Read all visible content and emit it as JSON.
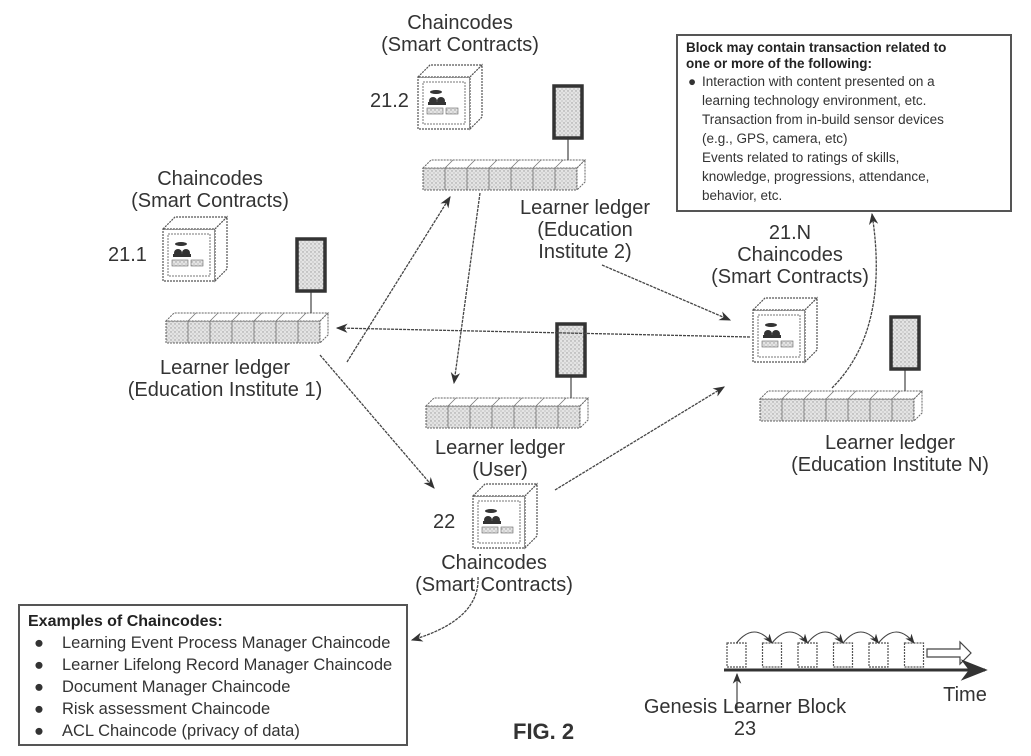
{
  "figure_label": "FIG. 2",
  "chaincodes": [
    {
      "id": "21.1",
      "title": "Chaincodes",
      "subtitle": "(Smart Contracts)"
    },
    {
      "id": "21.2",
      "title": "Chaincodes",
      "subtitle": "(Smart Contracts)"
    },
    {
      "id": "21.N",
      "title": "Chaincodes",
      "subtitle": "(Smart Contracts)"
    },
    {
      "id": "22",
      "title": "Chaincodes",
      "subtitle": "(Smart Contracts)"
    }
  ],
  "ledgers": [
    {
      "title": "Learner ledger",
      "subtitle": "(Education Institute 1)"
    },
    {
      "title": "Learner ledger",
      "subtitle_line1": "(Education",
      "subtitle_line2": "Institute 2)"
    },
    {
      "title": "Learner ledger",
      "subtitle": "(User)"
    },
    {
      "title": "Learner ledger",
      "subtitle": "(Education Institute N)"
    }
  ],
  "block_box": {
    "title_line1": "Block may contain transaction related to",
    "title_line2": "one or more of the following:",
    "bullet": "●",
    "lines": [
      "Interaction with content presented on a",
      "learning technology environment, etc.",
      "Transaction from in-build sensor devices",
      "(e.g., GPS, camera, etc)",
      "Events related to ratings of skills,",
      "knowledge, progressions, attendance,",
      "behavior, etc."
    ]
  },
  "examples_box": {
    "title": "Examples of Chaincodes:",
    "bullet": "●",
    "items": [
      "Learning Event Process Manager Chaincode",
      "Learner Lifelong Record Manager Chaincode",
      "Document Manager Chaincode",
      "Risk assessment Chaincode",
      "ACL Chaincode (privacy of data)"
    ]
  },
  "timeline": {
    "axis_label": "Time",
    "genesis_label": "Genesis Learner Block",
    "genesis_id": "23",
    "block_count": 6
  },
  "colors": {
    "ink": "#333333",
    "line": "#555555",
    "fill_dots": "#c8c8c8",
    "background": "#ffffff"
  }
}
